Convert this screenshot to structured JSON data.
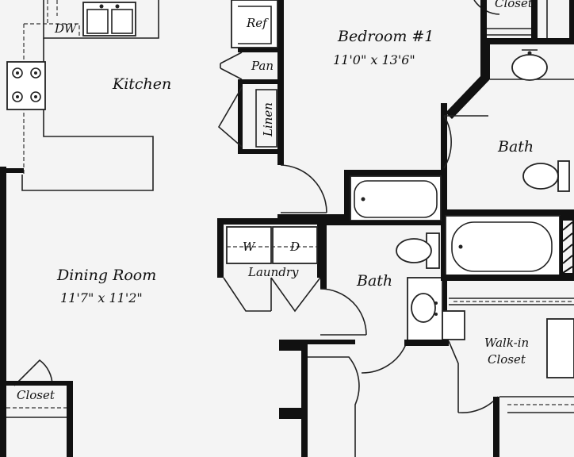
{
  "rooms": {
    "bedroom": {
      "name": "Bedroom #1",
      "dims": "11'0\" x 13'6\""
    },
    "kitchen": {
      "name": "Kitchen"
    },
    "dining": {
      "name": "Dining Room",
      "dims": "11'7\" x 11'2\""
    },
    "bath_right": {
      "name": "Bath"
    },
    "bath_center": {
      "name": "Bath"
    },
    "laundry": {
      "name": "Laundry"
    },
    "walkin": {
      "line1": "Walk-in",
      "line2": "Closet"
    },
    "closet_left": {
      "name": "Closet"
    },
    "closet_top": {
      "name": "Closet"
    }
  },
  "fixtures": {
    "dishwasher": "DW",
    "refrigerator": "Ref",
    "pantry": "Pan",
    "linen": "Linen",
    "washer": "W",
    "dryer": "D"
  }
}
